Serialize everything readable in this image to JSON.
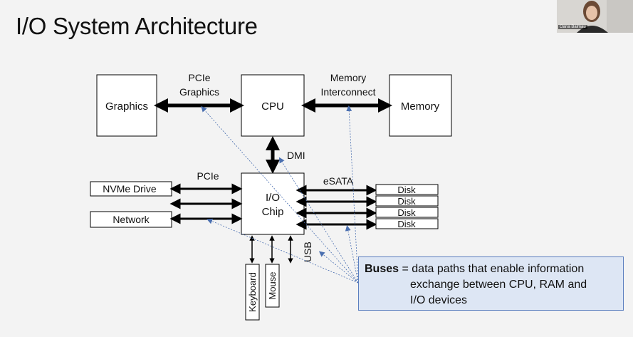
{
  "slide": {
    "title": "I/O System Architecture"
  },
  "webcam": {
    "name": "Oana Balmau"
  },
  "diagram": {
    "boxes": {
      "graphics": "Graphics",
      "cpu": "CPU",
      "memory": "Memory",
      "io_chip_line1": "I/O",
      "io_chip_line2": "Chip",
      "nvme": "NVMe Drive",
      "network": "Network",
      "disk": "Disk",
      "keyboard": "Keyboard",
      "mouse": "Mouse"
    },
    "labels": {
      "pcie_graphics_line1": "PCIe",
      "pcie_graphics_line2": "Graphics",
      "memory_interconnect_line1": "Memory",
      "memory_interconnect_line2": "Interconnect",
      "dmi": "DMI",
      "pcie": "PCIe",
      "esata": "eSATA",
      "usb": "USB"
    },
    "callout": {
      "bold_term": "Buses",
      "line1_rest": " = data paths that enable information",
      "line2": "exchange between CPU, RAM and",
      "line3": "I/O devices"
    }
  }
}
